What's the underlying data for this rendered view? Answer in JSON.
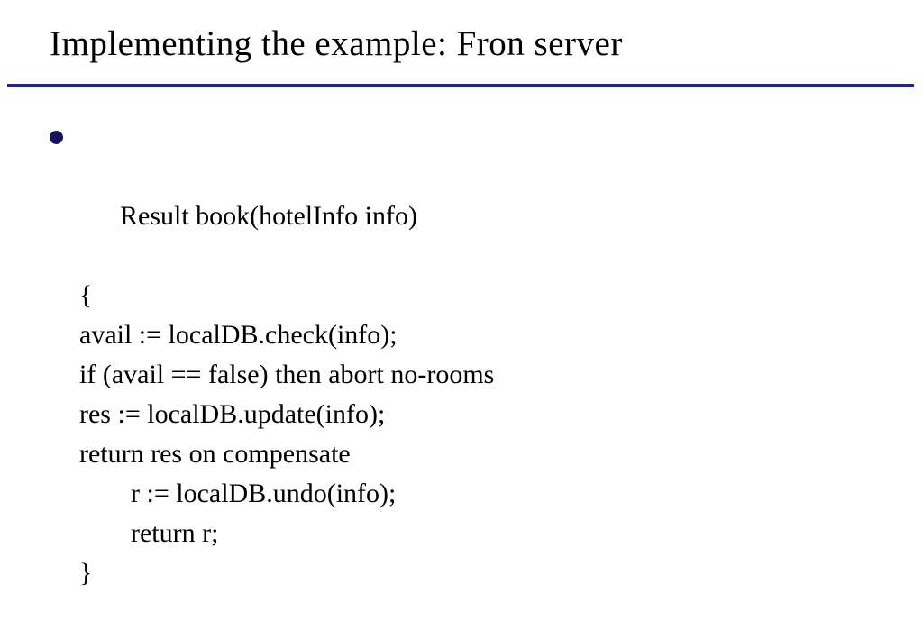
{
  "slide": {
    "title": "Implementing the example: Fron server",
    "colors": {
      "accent": "#2121a3",
      "bullet": "#14145e"
    },
    "content": {
      "bullet_line": "Result book(hotelInfo info)",
      "lines": [
        {
          "text": "{"
        },
        {
          "text": "avail := localDB.check(info);"
        },
        {
          "text": "if (avail == false) then abort no-rooms"
        },
        {
          "text": "res := localDB.update(info);"
        },
        {
          "text": "return res on compensate"
        },
        {
          "text": "r := localDB.undo(info);"
        },
        {
          "text": "return r;"
        },
        {
          "text": "}"
        }
      ]
    }
  }
}
